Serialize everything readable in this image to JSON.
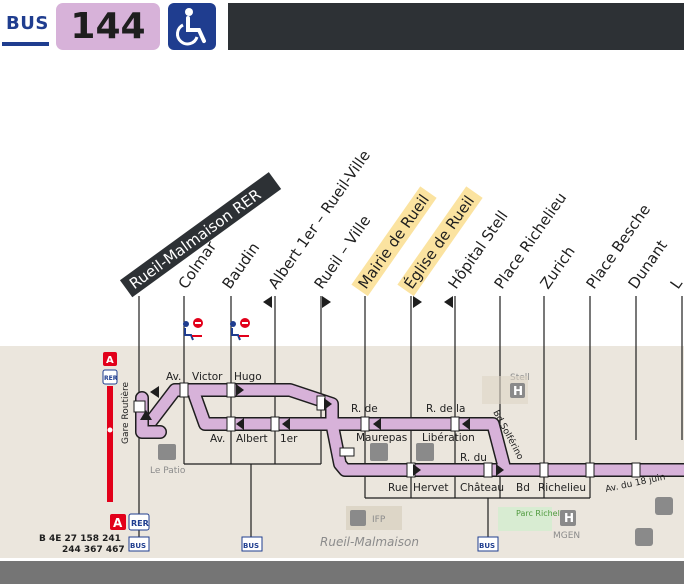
{
  "header": {
    "mode_label": "BUS",
    "line_number": "144",
    "accessibility_icon": "wheelchair-icon",
    "colors": {
      "line": "#d7b2d9",
      "mode": "#1f3d8f",
      "band": "#2d3135"
    }
  },
  "stops": [
    {
      "name": "Rueil-Malmaison RER",
      "terminus": true
    },
    {
      "name": "Colmar"
    },
    {
      "name": "Baudin"
    },
    {
      "name": "Albert 1er – Rueil-Ville"
    },
    {
      "name": "Rueil – Ville"
    },
    {
      "name": "Mairie de Rueil",
      "highlight": true
    },
    {
      "name": "Église de Rueil",
      "highlight": true
    },
    {
      "name": "Hôpital Stell"
    },
    {
      "name": "Place Richelieu"
    },
    {
      "name": "Zurich"
    },
    {
      "name": "Place Besche"
    },
    {
      "name": "Dunant"
    },
    {
      "name": "L"
    }
  ],
  "streets": {
    "av": "Av.",
    "victor": "Victor",
    "hugo": "Hugo",
    "av2": "Av.",
    "albert": "Albert",
    "premier": "1er",
    "r_de": "R. de",
    "r_de_la": "R. de la",
    "maurepas": "Maurepas",
    "liberation": "Libération",
    "r_du": "R. du",
    "rue": "Rue",
    "hervet": "Hervet",
    "chateau": "Château",
    "bd": "Bd",
    "richelieu": "Richelieu",
    "bd_solferino": "Bd Solférino",
    "av_18_juin": "Av. du 18 juin",
    "gare_routiere": "Gare Routière"
  },
  "pois": {
    "stell": "Stell",
    "le_patio": "Le Patio",
    "ifp": "IFP",
    "parc_richelieu": "Parc Richelieu",
    "mgen": "MGEN",
    "town": "Rueil-Malmaison"
  },
  "connections": {
    "rer_a": "A",
    "rer": "RER",
    "bus": "BUS",
    "bus_lines_1": "B 4E 27 158 241",
    "bus_lines_2": "244 367 467"
  }
}
